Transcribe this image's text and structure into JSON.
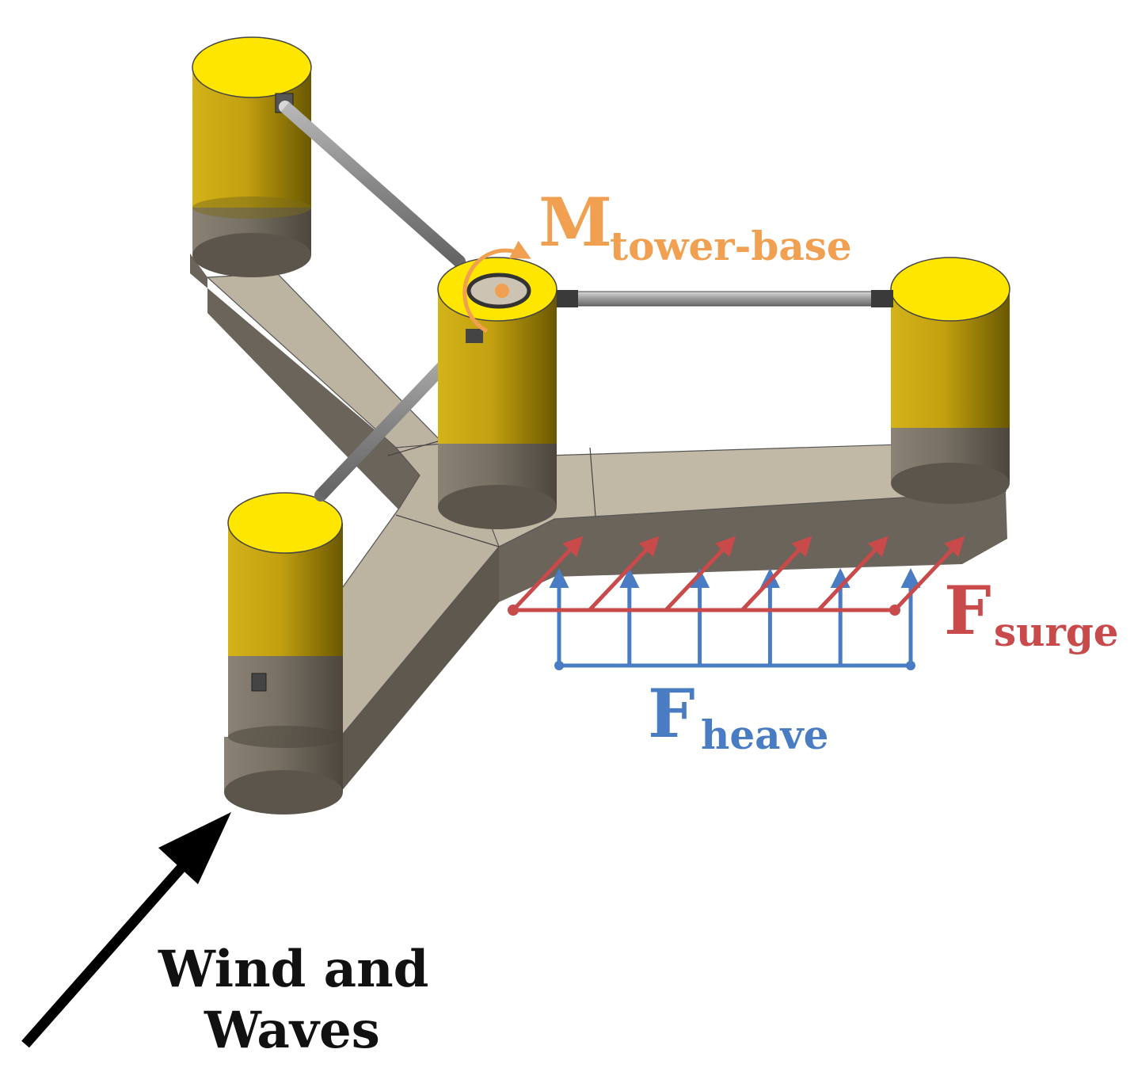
{
  "labels": {
    "moment_main": "M",
    "moment_sub": "tower-base",
    "surge_main": "F",
    "surge_sub": "surge",
    "heave_main": "F",
    "heave_sub": "heave",
    "wind_line1": "Wind and",
    "wind_line2": "Waves"
  },
  "colors": {
    "moment": "#f0a050",
    "surge": "#c84a4a",
    "heave": "#4a7cc4",
    "column_top": "#ffe000",
    "column_upper": "#b89a0a",
    "column_lower": "#6e6659",
    "pontoon_top": "#bdb3a1",
    "pontoon_side": "#6b645a",
    "brace": "#a6a6a6",
    "wind_arrow": "#000000"
  },
  "force_arrows": {
    "surge_count": 6,
    "heave_count": 6
  }
}
